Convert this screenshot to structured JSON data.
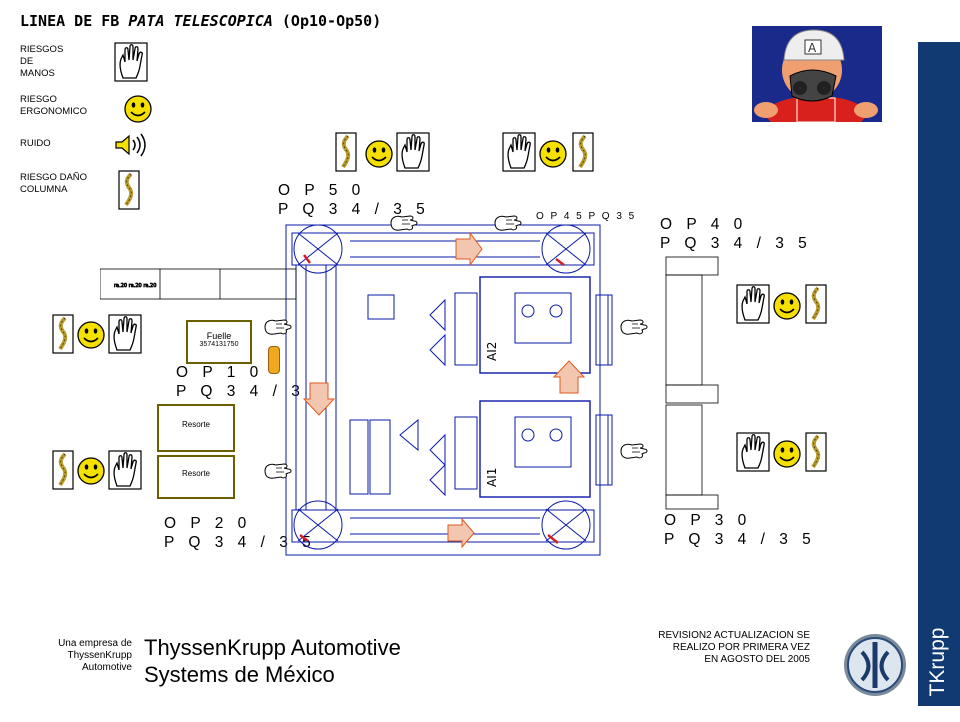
{
  "title": {
    "prefix": "LINEA DE FB ",
    "italic": "PATA TELESCOPICA",
    "suffix": " (Op10-Op50)"
  },
  "legend": [
    {
      "label": "RIESGOS\nDE\nMANOS",
      "icon": "hand-icon"
    },
    {
      "label": "RIESGO\nERGONOMICO",
      "icon": "smiley-icon"
    },
    {
      "label": "RUIDO",
      "icon": "speaker-icon"
    },
    {
      "label": "RIESGO DAÑO\nCOLUMNA",
      "icon": "spine-icon"
    }
  ],
  "operations": [
    {
      "op": "O P  5 0",
      "pq": "P Q 3 4 / 3 5"
    },
    {
      "op": "O P  4 0",
      "pq": "P Q 3 4 / 3 5"
    },
    {
      "op": "O P  1 0",
      "pq": "P Q 3 4 / 3 5"
    },
    {
      "op": "O P  2 0",
      "pq": "P Q 3 4 / 3 5"
    },
    {
      "op": "O P  3 0",
      "pq": "P Q 3 4 / 3 5"
    }
  ],
  "op45_label": "O P  4 5  P Q 3 5",
  "boxes": {
    "fuelle": "Fuelle",
    "fuelle_code": "3574131750",
    "resorte1": "Resorte",
    "resorte2": "Resorte"
  },
  "machine_labels": {
    "ai2": "AI2",
    "ai1": "AI1"
  },
  "footer": {
    "parent": "Una empresa de\nThyssenKrupp\nAutomotive",
    "company_line1": "ThyssenKrupp Automotive",
    "company_line2": "Systems de México",
    "revision": "REVISION2 ACTUALIZACION SE\nREALIZO POR PRIMERA VEZ\nEN AGOSTO DEL 2005",
    "brand": "TKrupp"
  },
  "colors": {
    "brand": "#113a73",
    "diagram": "#0a1aa8",
    "arrow": "#e05a20",
    "smiley": "#f5e000",
    "mascot_bg": "#1a2a8a"
  }
}
